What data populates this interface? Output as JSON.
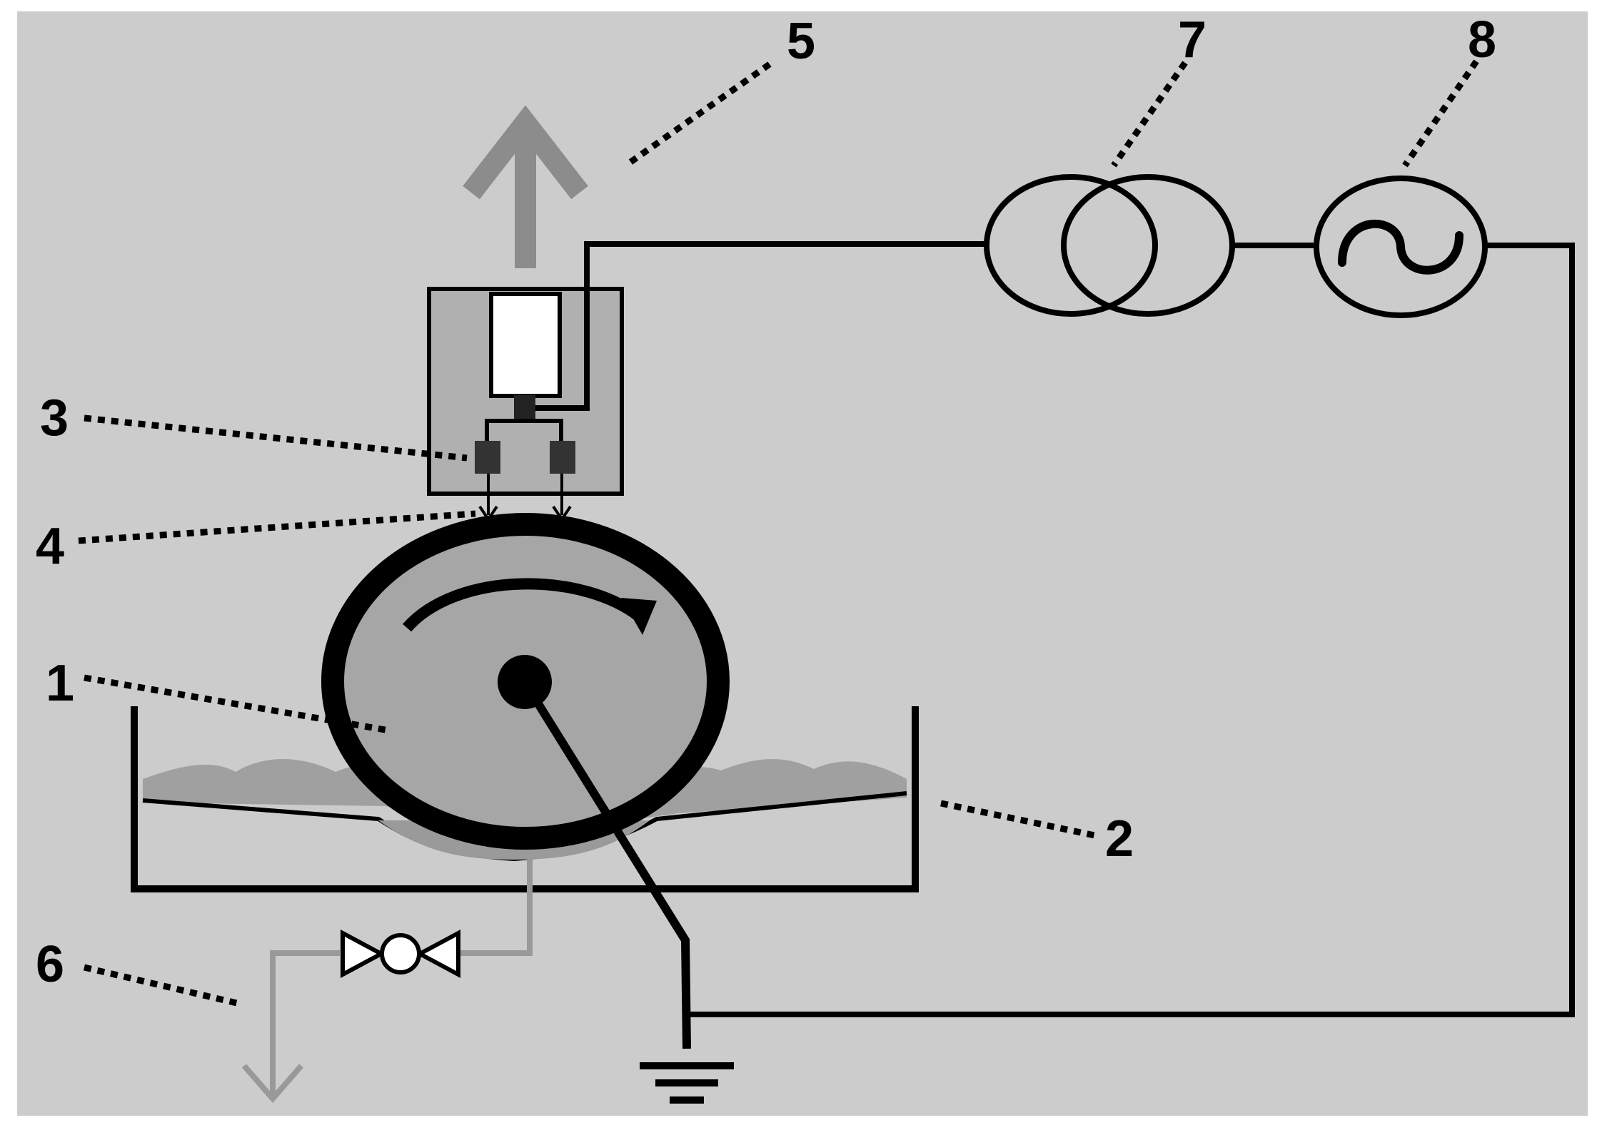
{
  "diagram": {
    "labels": {
      "l1": "1",
      "l2": "2",
      "l3": "3",
      "l4": "4",
      "l5": "5",
      "l6": "6",
      "l7": "7",
      "l8": "8"
    },
    "colors": {
      "background": "#cccccc",
      "frame": "#ffffff",
      "line": "#000000",
      "drum_fill": "#a6a6a6",
      "liquid": "#a0a0a0",
      "gas_arrow": "#8c8c8c",
      "drain_pipe": "#999999",
      "nozzle_block": "#b0b0b0",
      "chamber": "#ffffff"
    }
  }
}
